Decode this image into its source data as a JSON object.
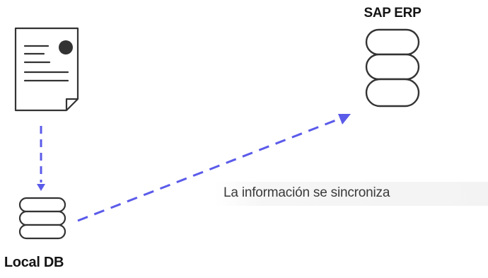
{
  "diagram": {
    "erp": {
      "label": "SAP ERP",
      "icon": "database-icon"
    },
    "local": {
      "label": "Local DB",
      "icon": "database-icon"
    },
    "document": {
      "icon": "document-icon"
    },
    "sync": {
      "text": "La información se sincroniza"
    },
    "colors": {
      "arrow": "#5b5bea",
      "icon_stroke": "#333333",
      "icon_fill": "#ffffff",
      "caption_bg": "#f3f3f3",
      "text": "#141414"
    }
  }
}
